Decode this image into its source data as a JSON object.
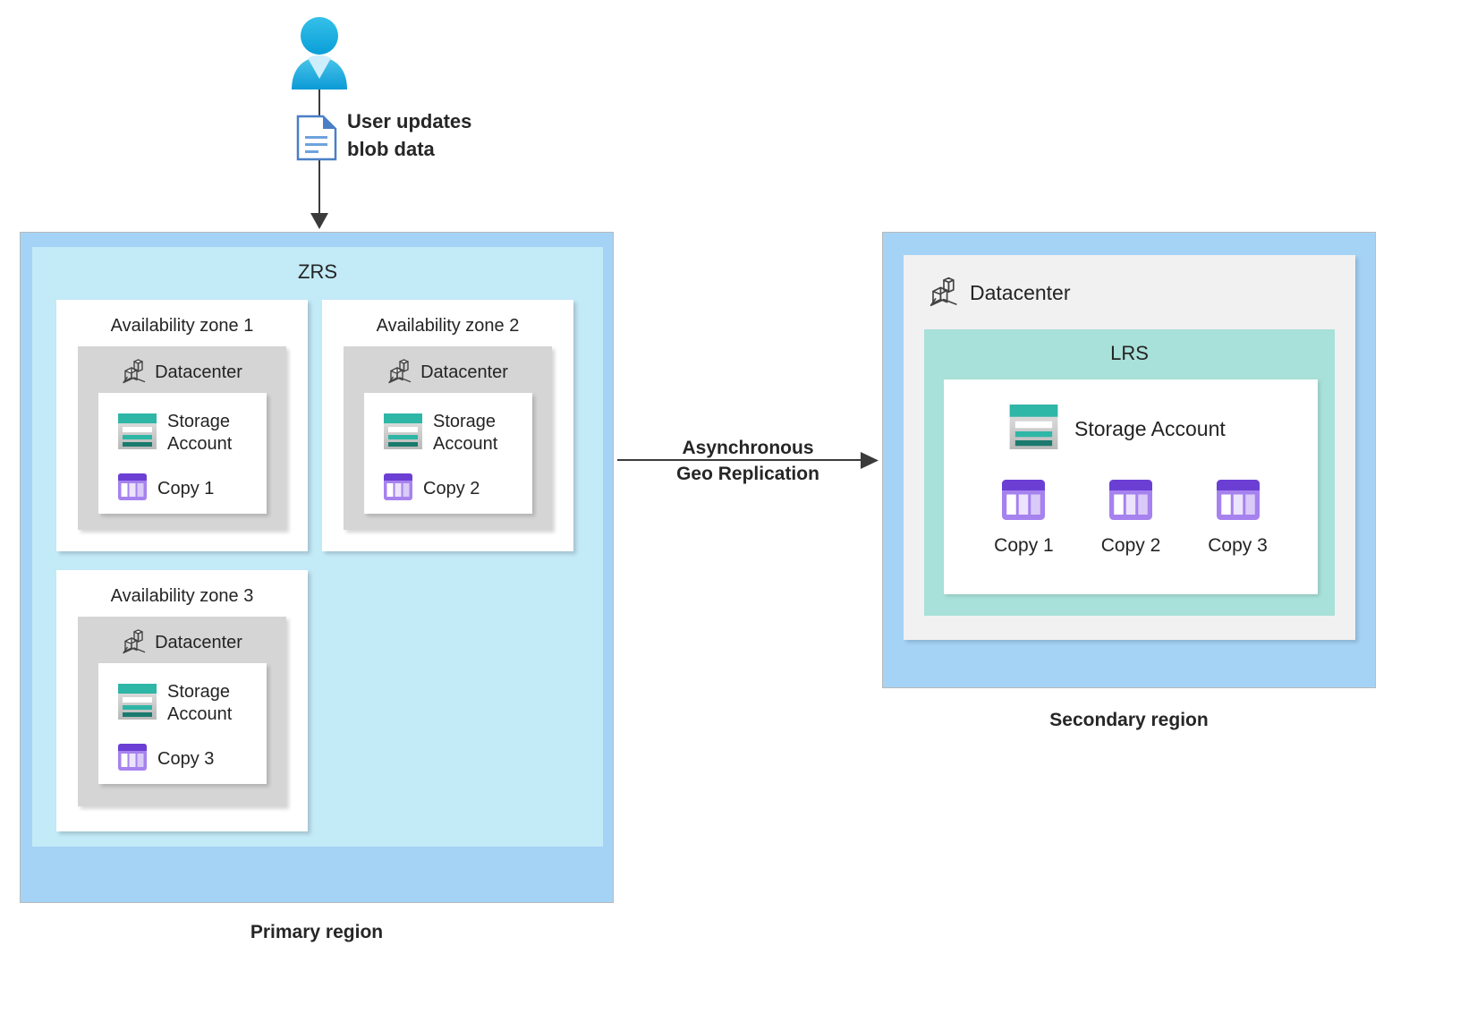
{
  "diagram": {
    "title": "Azure ZRS primary to LRS secondary geo-replication",
    "user": {
      "icon": "user-icon",
      "label": "User updates\nblob data",
      "document_icon": "document-icon"
    },
    "replication": {
      "label": "Asynchronous\nGeo Replication",
      "arrow_icon": "arrow-right-icon"
    },
    "primary_region": {
      "caption": "Primary region",
      "redundancy": "ZRS",
      "zones": [
        {
          "title": "Availability zone 1",
          "datacenter_label": "Datacenter",
          "datacenter_icon": "datacenter-icon",
          "storage_account_label": "Storage\nAccount",
          "storage_account_icon": "storage-account-icon",
          "copy_label": "Copy 1",
          "copy_icon": "copy-icon"
        },
        {
          "title": "Availability zone 2",
          "datacenter_label": "Datacenter",
          "datacenter_icon": "datacenter-icon",
          "storage_account_label": "Storage\nAccount",
          "storage_account_icon": "storage-account-icon",
          "copy_label": "Copy 2",
          "copy_icon": "copy-icon"
        },
        {
          "title": "Availability zone 3",
          "datacenter_label": "Datacenter",
          "datacenter_icon": "datacenter-icon",
          "storage_account_label": "Storage\nAccount",
          "storage_account_icon": "storage-account-icon",
          "copy_label": "Copy 3",
          "copy_icon": "copy-icon"
        }
      ]
    },
    "secondary_region": {
      "caption": "Secondary region",
      "datacenter_label": "Datacenter",
      "datacenter_icon": "datacenter-icon",
      "redundancy": "LRS",
      "storage_account_label": "Storage Account",
      "storage_account_icon": "storage-account-icon",
      "copies": [
        {
          "label": "Copy 1",
          "icon": "copy-icon"
        },
        {
          "label": "Copy 2",
          "icon": "copy-icon"
        },
        {
          "label": "Copy 3",
          "icon": "copy-icon"
        }
      ]
    },
    "colors": {
      "region_fill": "#a5d3f6",
      "zrs_fill": "#c3eaf7",
      "lrs_fill": "#a8e1d9",
      "datacenter_fill": "#d5d5d5",
      "secondary_datacenter_fill": "#f1f1f1",
      "card_fill": "#ffffff",
      "storage_teal": "#2eb6a6",
      "storage_teal_dark": "#1a7a6e",
      "copy_purple": "#6b3fd4",
      "copy_purple_light": "#a682ef",
      "arrow_stroke": "#3b3b3b",
      "text": "#242424"
    }
  }
}
